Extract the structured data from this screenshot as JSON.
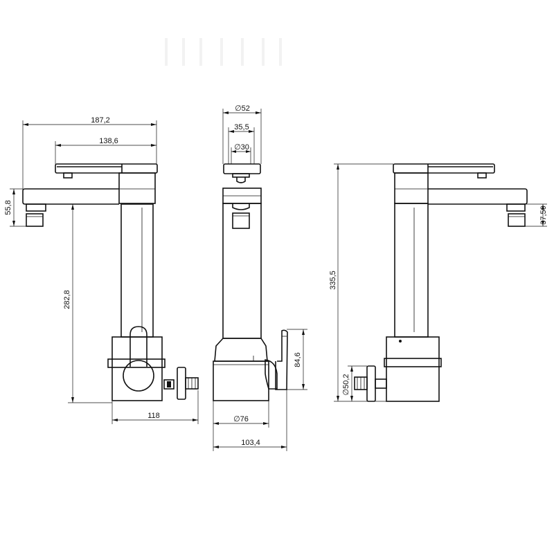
{
  "dimensions": {
    "front_overall_width": "187,2",
    "front_spout_length": "138,6",
    "front_spout_height": "55,8",
    "front_height": "282,8",
    "front_base_offset": "118",
    "side_diameter_top": "∅52",
    "side_width_mid": "35,5",
    "side_diameter_aerator": "∅30",
    "side_handle_height": "84,6",
    "side_diameter_base": "∅76",
    "side_overall_depth": "103,4",
    "back_overall_height": "335,5",
    "back_aerator_height": "37,50",
    "back_inlet_diameter": "∅50,2"
  },
  "colors": {
    "line": "#111111",
    "background": "#ffffff"
  }
}
